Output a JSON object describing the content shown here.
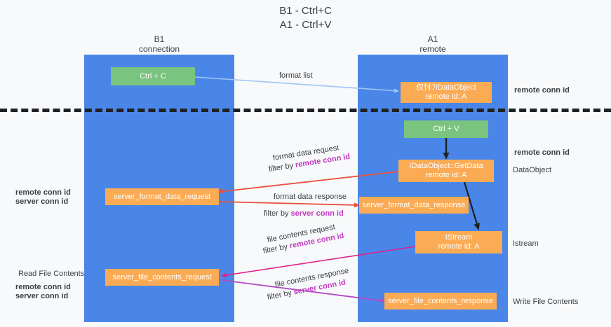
{
  "title": {
    "line1": "B1 - Ctrl+C",
    "line2": "A1 - Ctrl+V"
  },
  "lanes": [
    {
      "name": "B1",
      "sub": "connection"
    },
    {
      "name": "A1",
      "sub": "remote"
    }
  ],
  "boxes": {
    "ctrl_c": "Ctrl + C",
    "ctrl_v": "Ctrl + V",
    "idataobject_l1": "仅忖ﾌIDataObject",
    "idataobject_l2": "remote id: A",
    "getdata_l1": "IDataObject::GetData",
    "getdata_l2": "remote id: A",
    "istream_l1": "IStream",
    "istream_l2": "remote id: A",
    "server_format_data_request": "server_format_data_request",
    "server_format_data_response": "server_format_data_response",
    "server_file_contents_request": "server_file_contents_request",
    "server_file_contents_response": "server_file_contents_response"
  },
  "edge_labels": {
    "format_list": "format list",
    "format_data_request": "format data request",
    "format_data_request_filter_prefix": "filter by ",
    "format_data_request_filter_key": "remote conn id",
    "format_data_response": "format data response",
    "format_data_response_filter_prefix": "filter by ",
    "format_data_response_filter_key": "server conn id",
    "file_contents_request": "file contents request",
    "file_contents_request_filter_prefix": "filter by ",
    "file_contents_request_filter_key": "remote conn id",
    "file_contents_response": "file contents response",
    "file_contents_response_filter_prefix": "filter by ",
    "file_contents_response_filter_key": "server conn id"
  },
  "annotations": {
    "right_remote_conn_id_top": "remote conn id",
    "right_remote_conn_id_mid": "remote conn id",
    "right_dataobject": "DataObject",
    "right_istream": "Istream",
    "right_write_file_contents": "Write File Contents",
    "left_remote_conn_id_mid": "remote conn id",
    "left_server_conn_id_mid": "server conn id",
    "left_read_file_contents": "Read File Contents",
    "left_remote_conn_id_bot": "remote conn id",
    "left_server_conn_id_bot": "server conn id"
  },
  "colors": {
    "lane": "#4a86e8",
    "green_box": "#7ac47f",
    "orange_box": "#fbab54",
    "purple_text": "#c239c2",
    "green_text": "#6aa84f",
    "arrow_blue": "#9fc5f8",
    "arrow_red": "#e8513f",
    "arrow_magenta": "#e0218a",
    "arrow_purple": "#b04cc4",
    "arrow_black": "#202124",
    "background": "#f8f9fa"
  }
}
